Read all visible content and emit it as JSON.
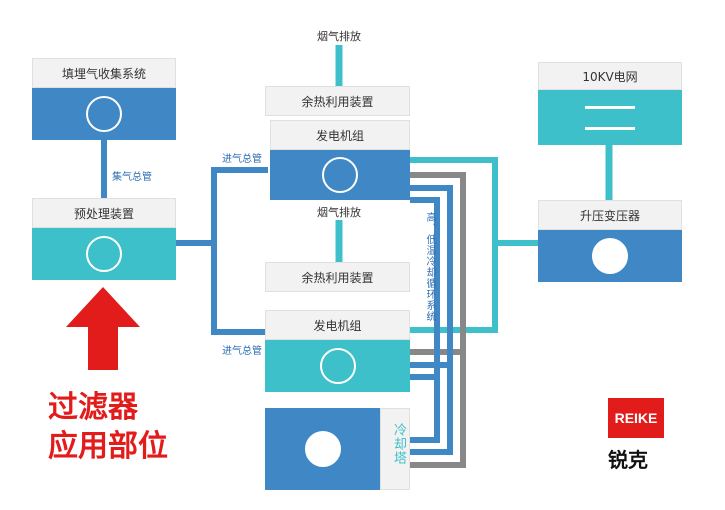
{
  "nodes": {
    "landfill": "填埋气收集系统",
    "pretreat": "预处理装置",
    "smoke_top": "烟气排放",
    "heat_top": "余热利用装置",
    "gen_top": "发电机组",
    "smoke_mid": "烟气排放",
    "heat_mid": "余热利用装置",
    "gen_bottom": "发电机组",
    "grid": "10KV电网",
    "transformer": "升压变压器",
    "cooling_tower": "冷却塔"
  },
  "pipes": {
    "gas_main": "集气总管",
    "inlet_top": "进气总管",
    "inlet_bottom": "进气总管",
    "cooling_loop": "高、低温冷却循环系统"
  },
  "annotation": {
    "line1": "过滤器",
    "line2": "应用部位"
  },
  "logo": {
    "brand": "REIKE",
    "chinese": "锐克"
  },
  "colors": {
    "blue": "#3f88c5",
    "teal": "#3dc0c9",
    "gray": "#888888",
    "red": "#e21b1b"
  }
}
